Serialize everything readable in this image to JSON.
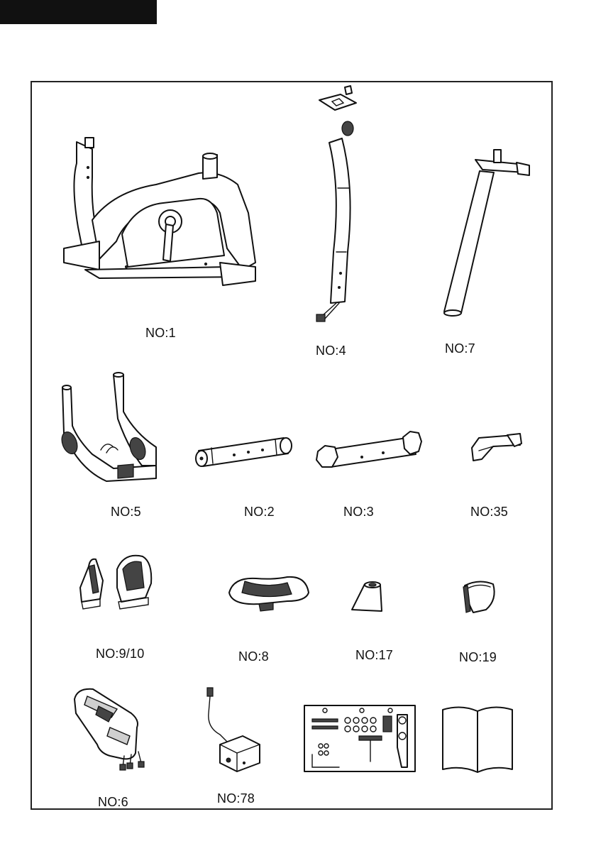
{
  "parts": [
    {
      "label": "NO:1"
    },
    {
      "label": "NO:4"
    },
    {
      "label": "NO:7"
    },
    {
      "label": "NO:5"
    },
    {
      "label": "NO:2"
    },
    {
      "label": "NO:3"
    },
    {
      "label": "NO:35"
    },
    {
      "label": "NO:9/10"
    },
    {
      "label": "NO:8"
    },
    {
      "label": "NO:17"
    },
    {
      "label": "NO:19"
    },
    {
      "label": "NO:6"
    },
    {
      "label": "NO:78"
    }
  ],
  "colors": {
    "ink": "#111111",
    "paper": "#ffffff"
  }
}
